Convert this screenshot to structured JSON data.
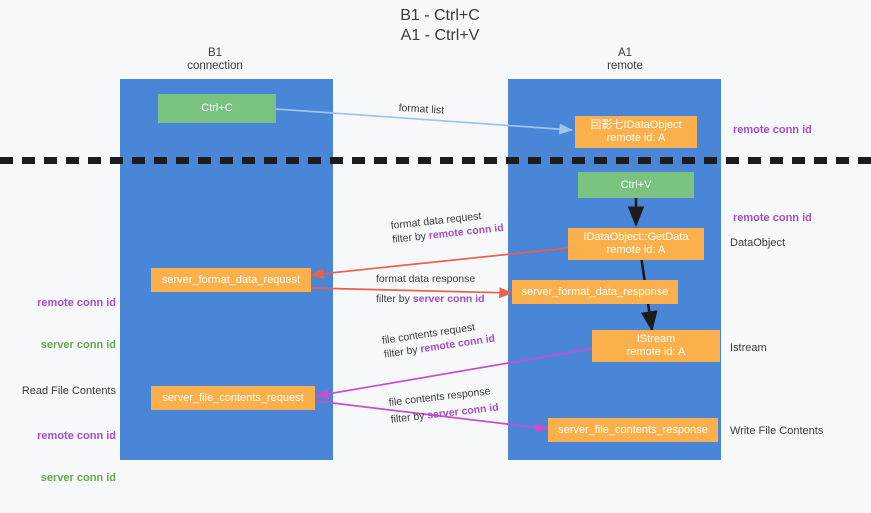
{
  "title": "B1 - Ctrl+C\nA1 - Ctrl+V",
  "colors": {
    "lane": "#4a86d8",
    "green_node": "#79c27f",
    "orange_node": "#fbb04c",
    "purple_accent": "#a64fc4",
    "green_accent": "#6aa84f",
    "red_arrow": "#e8614d",
    "magenta_arrow": "#c44fd0",
    "blue_arrow": "#9fc5e8",
    "black_arrow": "#1c1c1c",
    "background": "#f7f8f9"
  },
  "lanes": [
    {
      "id": "b1",
      "title_line1": "B1",
      "title_line2": "connection"
    },
    {
      "id": "a1",
      "title_line1": "A1",
      "title_line2": "remote"
    }
  ],
  "nodes": [
    {
      "id": "ctrl-c",
      "label_line1": "Ctrl+C",
      "label_line2": "",
      "color": "green"
    },
    {
      "id": "idataobject-remote",
      "label_line1": "囙影七IDataObject",
      "label_line2": "remote id: A",
      "color": "orange"
    },
    {
      "id": "ctrl-v",
      "label_line1": "Ctrl+V",
      "label_line2": "",
      "color": "green"
    },
    {
      "id": "idataobject-getdata",
      "label_line1": "IDataObject::GetData",
      "label_line2": "remote id: A",
      "color": "orange"
    },
    {
      "id": "server-format-data-request",
      "label_line1": "server_format_data_request",
      "label_line2": "",
      "color": "orange"
    },
    {
      "id": "server-format-data-response",
      "label_line1": "server_format_data_response",
      "label_line2": "",
      "color": "orange"
    },
    {
      "id": "istream",
      "label_line1": "IStream",
      "label_line2": "remote id: A",
      "color": "orange"
    },
    {
      "id": "server-file-contents-request",
      "label_line1": "server_file_contents_request",
      "label_line2": "",
      "color": "orange"
    },
    {
      "id": "server-file-contents-response",
      "label_line1": "server_file_contents_response",
      "label_line2": "",
      "color": "orange"
    }
  ],
  "edge_labels": {
    "format_list": "format list",
    "format_data_request_l1": "format data request",
    "format_data_request_l2_prefix": "filter by ",
    "format_data_request_l2_hl": "remote conn id",
    "format_data_response_l1": "format data response",
    "format_data_response_l2_prefix": "filter by ",
    "format_data_response_l2_hl": "server conn id",
    "file_contents_request_l1": "file contents request",
    "file_contents_request_l2_prefix": "filter by ",
    "file_contents_request_l2_hl": "remote conn id",
    "file_contents_response_l1": "file contents response",
    "file_contents_response_l2_prefix": "filter by ",
    "file_contents_response_l2_hl": "server conn id"
  },
  "left_notes": {
    "note1_purple": "remote conn id",
    "note1_green": "server conn id",
    "note2_dark": "Read File Contents",
    "note2_purple": "remote conn id",
    "note2_green": "server conn id"
  },
  "right_notes": {
    "note_top_purple": "remote conn id",
    "note_mid_purple": "remote conn id",
    "note_dataobject": "DataObject",
    "note_istream": "Istream",
    "note_write_file": "Write File Contents"
  }
}
